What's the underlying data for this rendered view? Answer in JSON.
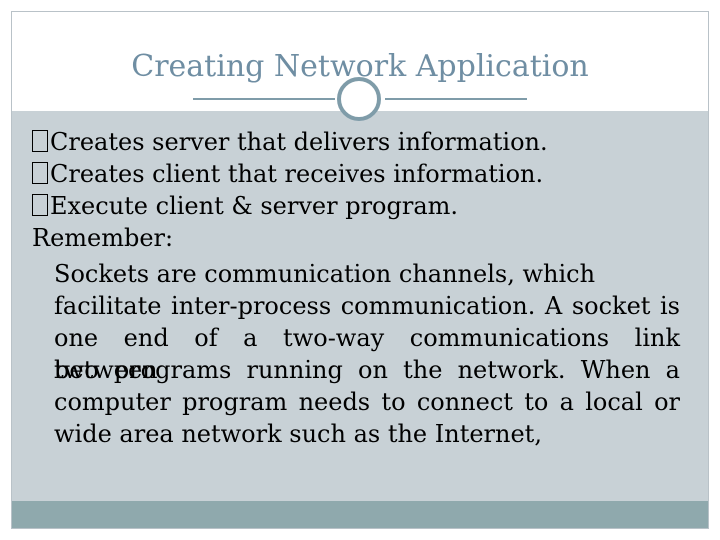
{
  "slide": {
    "title": "Creating Network Application"
  },
  "bullets": [
    {
      "glyph": "",
      "text": "Creates server that delivers information."
    },
    {
      "glyph": "",
      "text": "Creates client that receives information."
    },
    {
      "glyph": "",
      "text": "Execute client & server program."
    }
  ],
  "remember": {
    "label": "Remember:",
    "lines": [
      "Sockets are communication channels, which",
      "facilitate inter-process communication. A socket is",
      "one end of a two-way communications link between",
      "two programs running on the network. When a",
      "computer program needs to connect to a local or",
      "wide area network such as the Internet,"
    ]
  },
  "colors": {
    "title": "#6f8ea3",
    "panel": "#c8d1d6",
    "footer": "#8fa9ad",
    "divider": "#7f9ca9"
  }
}
